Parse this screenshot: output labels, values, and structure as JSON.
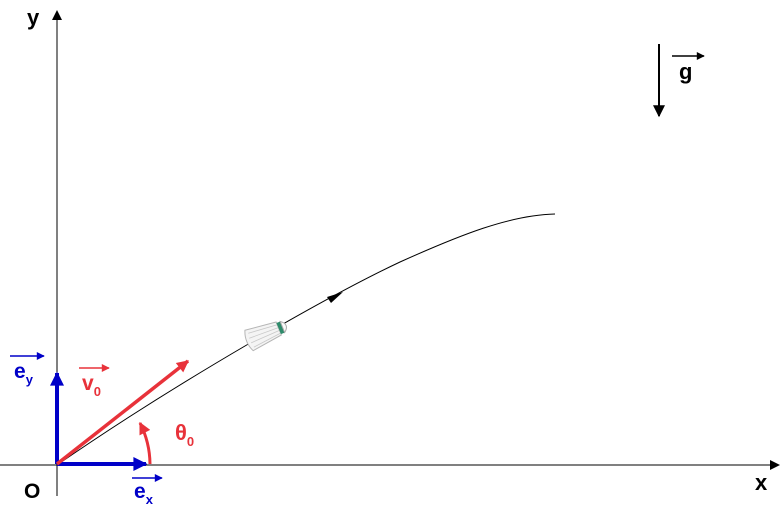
{
  "labels": {
    "origin": "O",
    "x_axis": "x",
    "y_axis": "y",
    "gravity": "g",
    "unit_x": "e",
    "unit_x_sub": "x",
    "unit_y": "e",
    "unit_y_sub": "y",
    "velocity": "v",
    "velocity_sub": "0",
    "angle": "θ",
    "angle_sub": "0"
  },
  "colors": {
    "axes": "#000000",
    "unit_vectors": "#0000c8",
    "velocity": "#e8323a",
    "trajectory": "#000000",
    "gravity": "#000000"
  },
  "icons": {
    "projectile": "shuttlecock-icon"
  }
}
